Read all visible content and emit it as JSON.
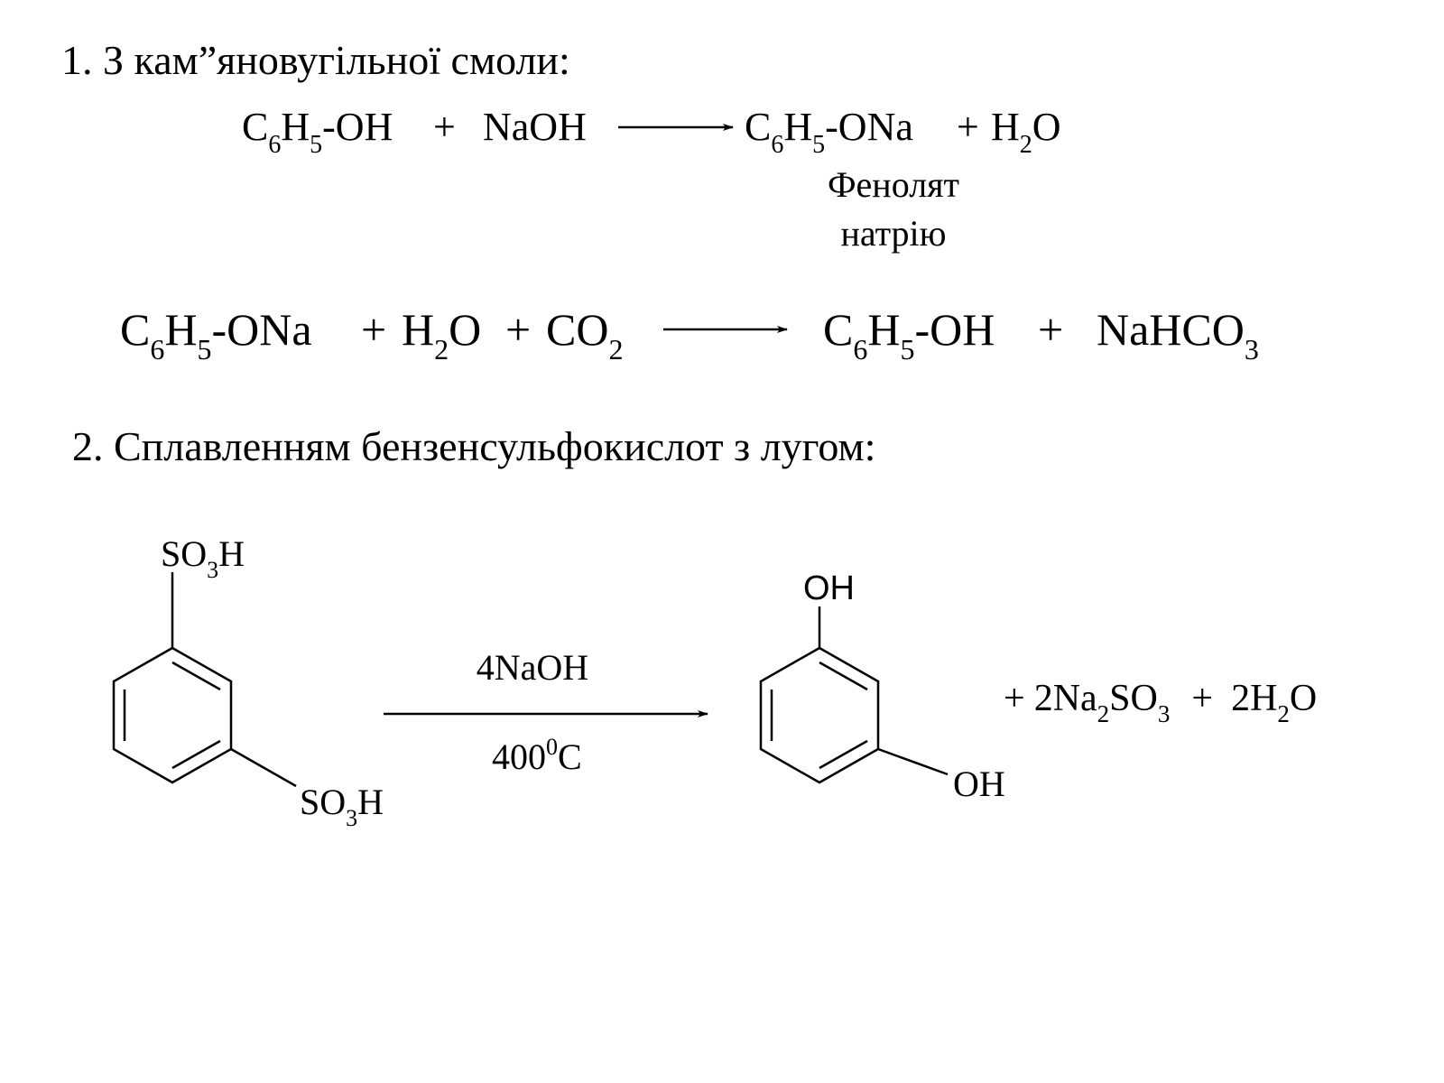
{
  "heading_1": "1. З кам”яновугільної смоли:",
  "reaction_1": {
    "reactant_1": {
      "c": "C",
      "c_sub": "6",
      "h": "H",
      "h_sub": "5",
      "group": "-OH"
    },
    "plus_1": "+",
    "reactant_2": "NaOH",
    "product_1": {
      "c": "C",
      "c_sub": "6",
      "h": "H",
      "h_sub": "5",
      "group": "-ONa"
    },
    "plus_2": "+",
    "product_2": {
      "h": "H",
      "h_sub": "2",
      "o": "O"
    },
    "product_name_line_1": "Фенолят",
    "product_name_line_2": "натрію"
  },
  "reaction_2": {
    "reactant_1": {
      "c": "C",
      "c_sub": "6",
      "h": "H",
      "h_sub": "5",
      "group": "-ONa"
    },
    "plus_1": "+",
    "reactant_2": {
      "h": "H",
      "h_sub": "2",
      "o": "O"
    },
    "plus_2": "+",
    "reactant_3": {
      "co": "CO",
      "sub": "2"
    },
    "product_1": {
      "c": "C",
      "c_sub": "6",
      "h": "H",
      "h_sub": "5",
      "group": "-OH"
    },
    "plus_3": "+",
    "product_2": {
      "main": "NaHCO",
      "sub": "3"
    }
  },
  "heading_2": "2. Сплавленням бензенсульфокислот з лугом:",
  "reaction_3": {
    "reactant_top_group": {
      "s": "SO",
      "sub": "3",
      "h": "H"
    },
    "reactant_side_group": {
      "s": "SO",
      "sub": "3",
      "h": "H"
    },
    "reagent_above": "4NaOH",
    "condition_below": {
      "value": "400",
      "sup": "0",
      "unit": "C"
    },
    "product_top_group": "OH",
    "product_side_group": "OH",
    "byproducts": {
      "plus_1": "+",
      "coef_1": "2",
      "na": "Na",
      "na_sub": "2",
      "so": "SO",
      "so_sub": "3",
      "plus_2": "+",
      "coef_2": "2",
      "h": "H",
      "h_sub": "2",
      "o": "O"
    }
  }
}
